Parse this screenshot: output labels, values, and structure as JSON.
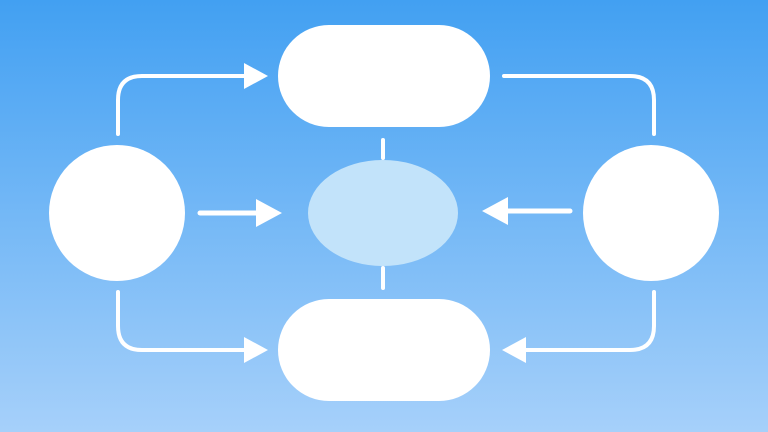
{
  "diagram": {
    "background": {
      "top_color": "#42A0F2",
      "bottom_color": "#A6D0FA"
    },
    "colors": {
      "node_fill": "#FFFFFF",
      "center_fill": "#C2E3FA",
      "connector": "#FFFFFF"
    },
    "nodes": [
      {
        "id": "top-pill",
        "shape": "pill",
        "label": ""
      },
      {
        "id": "bottom-pill",
        "shape": "pill",
        "label": ""
      },
      {
        "id": "left-circle",
        "shape": "circle",
        "label": ""
      },
      {
        "id": "right-circle",
        "shape": "circle",
        "label": ""
      },
      {
        "id": "center-ellipse",
        "shape": "ellipse",
        "label": ""
      }
    ],
    "edges": [
      {
        "from": "left-circle",
        "to": "top-pill",
        "arrow": true
      },
      {
        "from": "left-circle",
        "to": "bottom-pill",
        "arrow": true
      },
      {
        "from": "left-circle",
        "to": "center-ellipse",
        "arrow": true
      },
      {
        "from": "right-circle",
        "to": "center-ellipse",
        "arrow": true
      },
      {
        "from": "right-circle",
        "to": "bottom-pill",
        "arrow": true
      },
      {
        "from": "top-pill",
        "to": "right-circle",
        "arrow": false
      },
      {
        "from": "top-pill",
        "to": "center-ellipse",
        "arrow": false
      },
      {
        "from": "center-ellipse",
        "to": "bottom-pill",
        "arrow": false
      }
    ]
  }
}
